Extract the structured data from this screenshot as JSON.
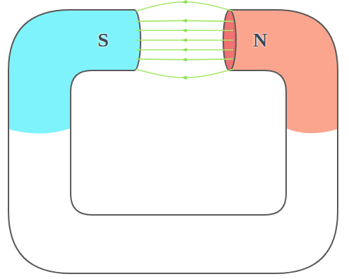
{
  "diagram": {
    "nodes": [
      {
        "text": [
          "S"
        ]
      },
      {
        "text": [
          "N"
        ]
      }
    ],
    "edges": [
      {
        "from": 1,
        "to": 0,
        "arrow": "to"
      },
      {
        "from": 1,
        "to": 0,
        "arrow": "to"
      },
      {
        "from": 1,
        "to": 0,
        "arrow": "to"
      },
      {
        "from": 1,
        "to": 0,
        "arrow": "to"
      },
      {
        "from": 1,
        "to": 0,
        "arrow": "to"
      },
      {
        "from": 1,
        "to": 0,
        "arrow": "to"
      },
      {
        "from": 1,
        "to": 0,
        "arrow": "to"
      }
    ]
  }
}
